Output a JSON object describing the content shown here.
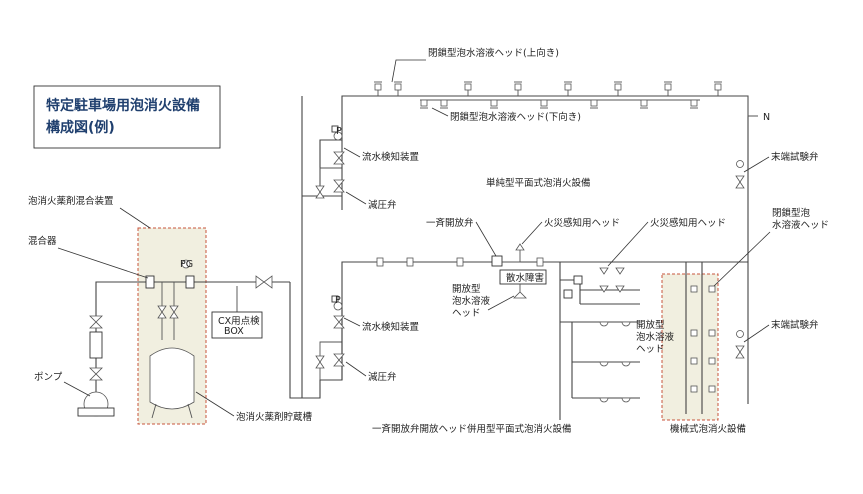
{
  "title_lines": [
    "特定駐車場用泡消火設備",
    "構成図(例)"
  ],
  "labels": {
    "closed_head_up": "閉鎖型泡水溶液ヘッド(上向き)",
    "closed_head_down": "閉鎖型泡水溶液ヘッド(下向き)",
    "flow_detector_1": "流水検知装置",
    "pressure_reducer_1": "減圧弁",
    "simple_system": "単純型平面式泡消火設備",
    "end_test_valve_1": "末端試験弁",
    "deluge_valve": "一斉開放弁",
    "fire_detector_head_1": "火災感知用ヘッド",
    "fire_detector_head_2": "火災感知用ヘッド",
    "closed_foam_head_line1": "閉鎖型泡",
    "closed_foam_head_line2": "水溶液ヘッド",
    "water_obstacle": "散水障害",
    "open_head_a_line1": "開放型",
    "open_head_a_line2": "泡水溶液",
    "open_head_a_line3": "ヘッド",
    "open_head_b_line1": "開放型",
    "open_head_b_line2": "泡水溶液",
    "open_head_b_line3": "ヘッド",
    "mixing_device": "泡消火薬剤混合装置",
    "mixer": "混合器",
    "cx_box_line1": "CX用点検",
    "cx_box_line2": "BOX",
    "flow_detector_2": "流水検知装置",
    "pressure_reducer_2": "減圧弁",
    "end_test_valve_2": "末端試験弁",
    "pump": "ポンプ",
    "storage_tank": "泡消火薬剤貯蔵槽",
    "deluge_combined_system": "一斉開放弁開放ヘッド併用型平面式泡消火設備",
    "mechanical_system": "機械式泡消火設備",
    "gauge_symbol": "P",
    "gauge_symbol_2": "PG",
    "vent_symbol": "N"
  },
  "colors": {
    "title": "#1f3f6e",
    "zone_fill": "#f1efe0",
    "zone_border": "#c8553d",
    "line": "#444444"
  }
}
